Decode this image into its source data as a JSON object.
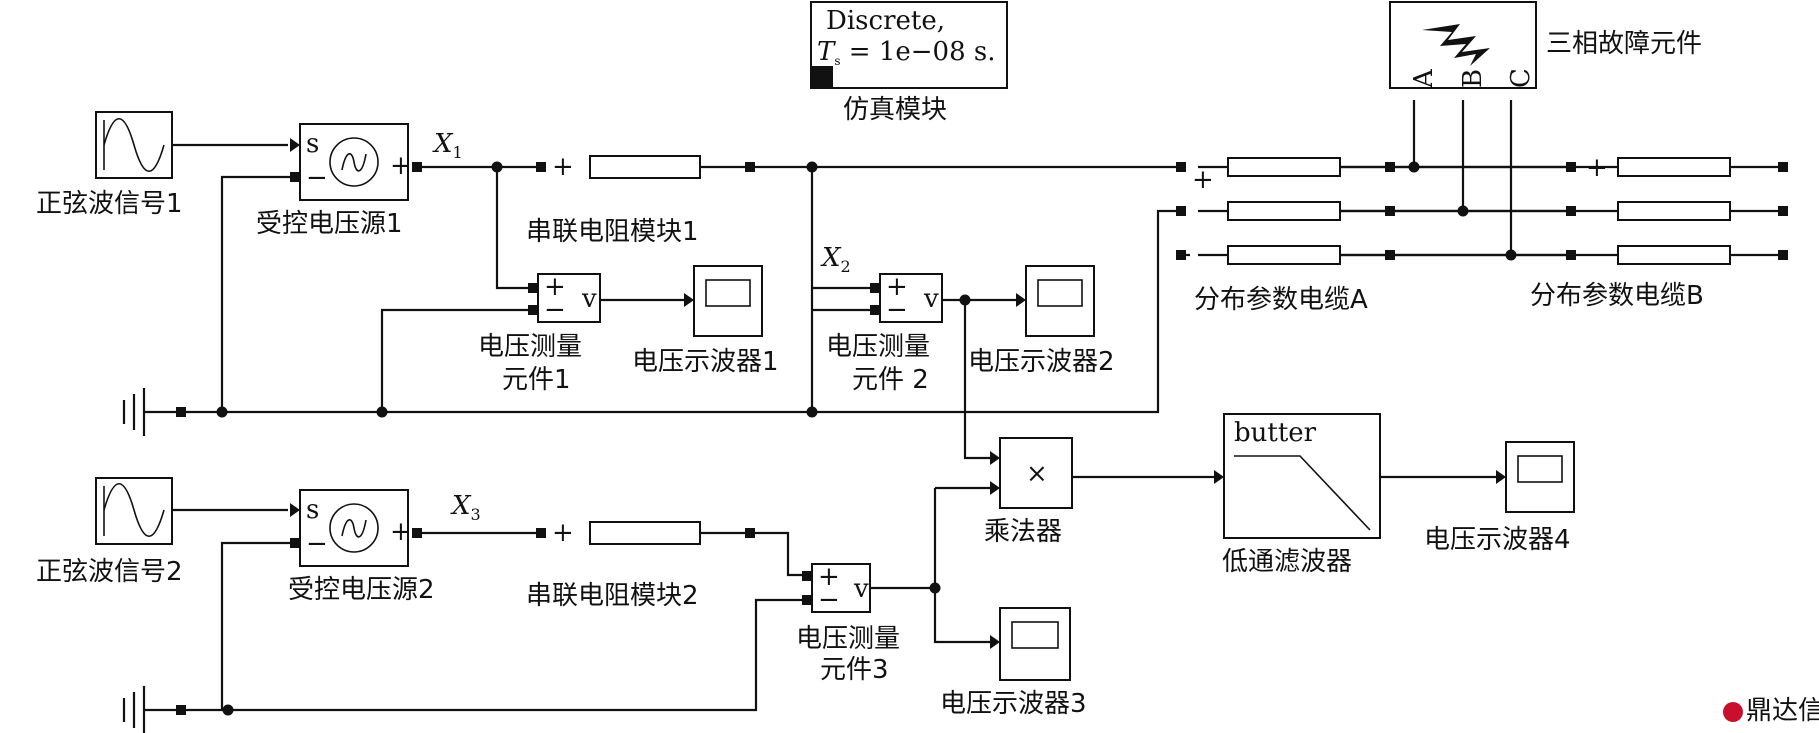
{
  "blocks": {
    "sim": {
      "line1": "Discrete,",
      "ts_sym": "T",
      "ts_sub": "s",
      "ts_value": " = 1e−08 s.",
      "label": "仿真模块"
    },
    "fault": {
      "label": "三相故障元件",
      "ports": [
        "A",
        "B",
        "C"
      ]
    },
    "sine1": {
      "label": "正弦波信号1"
    },
    "sine2": {
      "label": "正弦波信号2"
    },
    "src1": {
      "label": "受控电压源1",
      "port_s": "s",
      "port_minus": "−",
      "port_plus": "+"
    },
    "src2": {
      "label": "受控电压源2",
      "port_s": "s",
      "port_minus": "−",
      "port_plus": "+"
    },
    "res1": {
      "label": "串联电阻模块1"
    },
    "res2": {
      "label": "串联电阻模块2"
    },
    "vm1": {
      "label_l1": "电压测量",
      "label_l2": "元件1"
    },
    "vm2": {
      "label_l1": "电压测量",
      "label_l2": "元件 2"
    },
    "vm3": {
      "label_l1": "电压测量",
      "label_l2": "元件3"
    },
    "vm_plus": "+",
    "vm_minus": "−",
    "vm_out": "v",
    "scope1": {
      "label": "电压示波器1"
    },
    "scope2": {
      "label": "电压示波器2"
    },
    "scope3": {
      "label": "电压示波器3"
    },
    "scope4": {
      "label": "电压示波器4"
    },
    "mult": {
      "label": "乘法器",
      "symbol": "×"
    },
    "lpf": {
      "label": "低通滤波器",
      "text": "butter"
    },
    "cableA": {
      "label": "分布参数电缆A"
    },
    "cableB": {
      "label": "分布参数电缆B"
    },
    "plus_sign": "+"
  },
  "nodes": {
    "x1": "X",
    "x1_sub": "1",
    "x2": "X",
    "x2_sub": "2",
    "x3": "X",
    "x3_sub": "3"
  },
  "watermark": "鼎达信"
}
